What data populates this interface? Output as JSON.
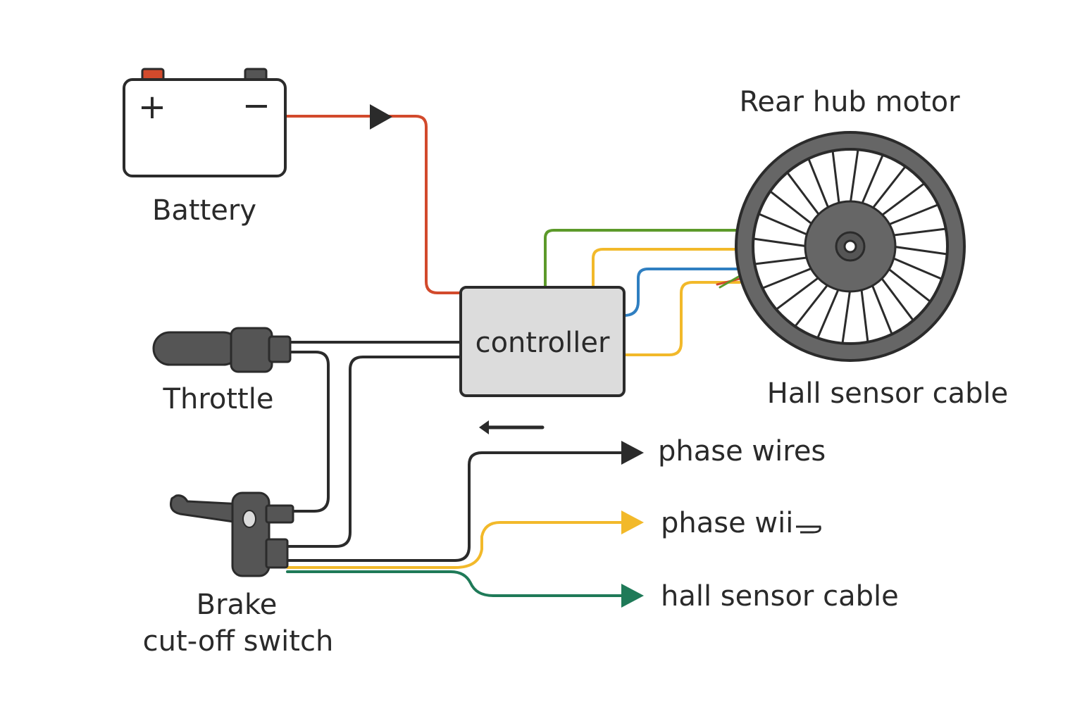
{
  "labels": {
    "battery": "Battery",
    "battery_plus": "+",
    "battery_minus": "−",
    "throttle": "Throttle",
    "brake_line1": "Brake",
    "brake_line2": "cut-off switch",
    "controller": "controller",
    "motor": "Rear hub motor",
    "hall_sensor_cable_top": "Hall sensor cable",
    "phase_wires_1": "phase wires",
    "phase_wires_2": "phase wii",
    "hall_sensor_cable_bottom": "hall sensor cable"
  },
  "colors": {
    "red_wire": "#d24a2c",
    "black_wire": "#2b2b2b",
    "green_wire": "#5c9a2a",
    "yellow_wire": "#f2b92a",
    "blue_wire": "#2f7fc1",
    "teal_wire": "#1f7a58",
    "controller_fill": "#dcdcdc",
    "device_fill": "#555555",
    "outline": "#2b2b2b"
  },
  "icons": {
    "battery": "battery-icon",
    "throttle": "throttle-grip-icon",
    "brake": "brake-lever-icon",
    "wheel": "hub-motor-wheel-icon"
  }
}
